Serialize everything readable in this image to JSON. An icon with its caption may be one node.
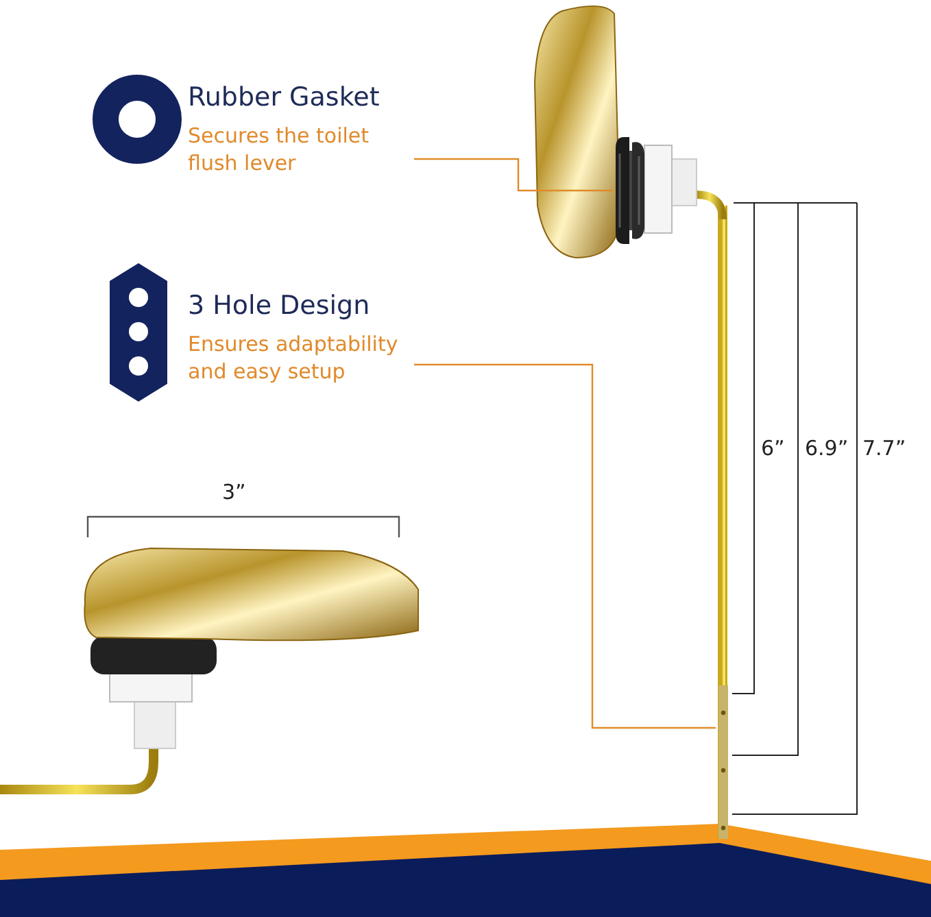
{
  "diagram": {
    "nodes": [
      {
        "text": [
          "Rubber Gasket",
          "Secures the toilet flush lever"
        ]
      },
      {
        "text": [],
        "shape": "picture"
      },
      {
        "text": [
          "3 Hole Design",
          "Ensures adaptability and easy setup"
        ]
      },
      {
        "text": [],
        "shape": "picture"
      }
    ],
    "edges": [
      {
        "from": 0,
        "to": 1,
        "arrow": "none"
      },
      {
        "from": 2,
        "to": 3,
        "arrow": "none"
      }
    ],
    "labels": [
      "3”",
      "6”",
      "6.9”",
      "7.7”"
    ]
  }
}
